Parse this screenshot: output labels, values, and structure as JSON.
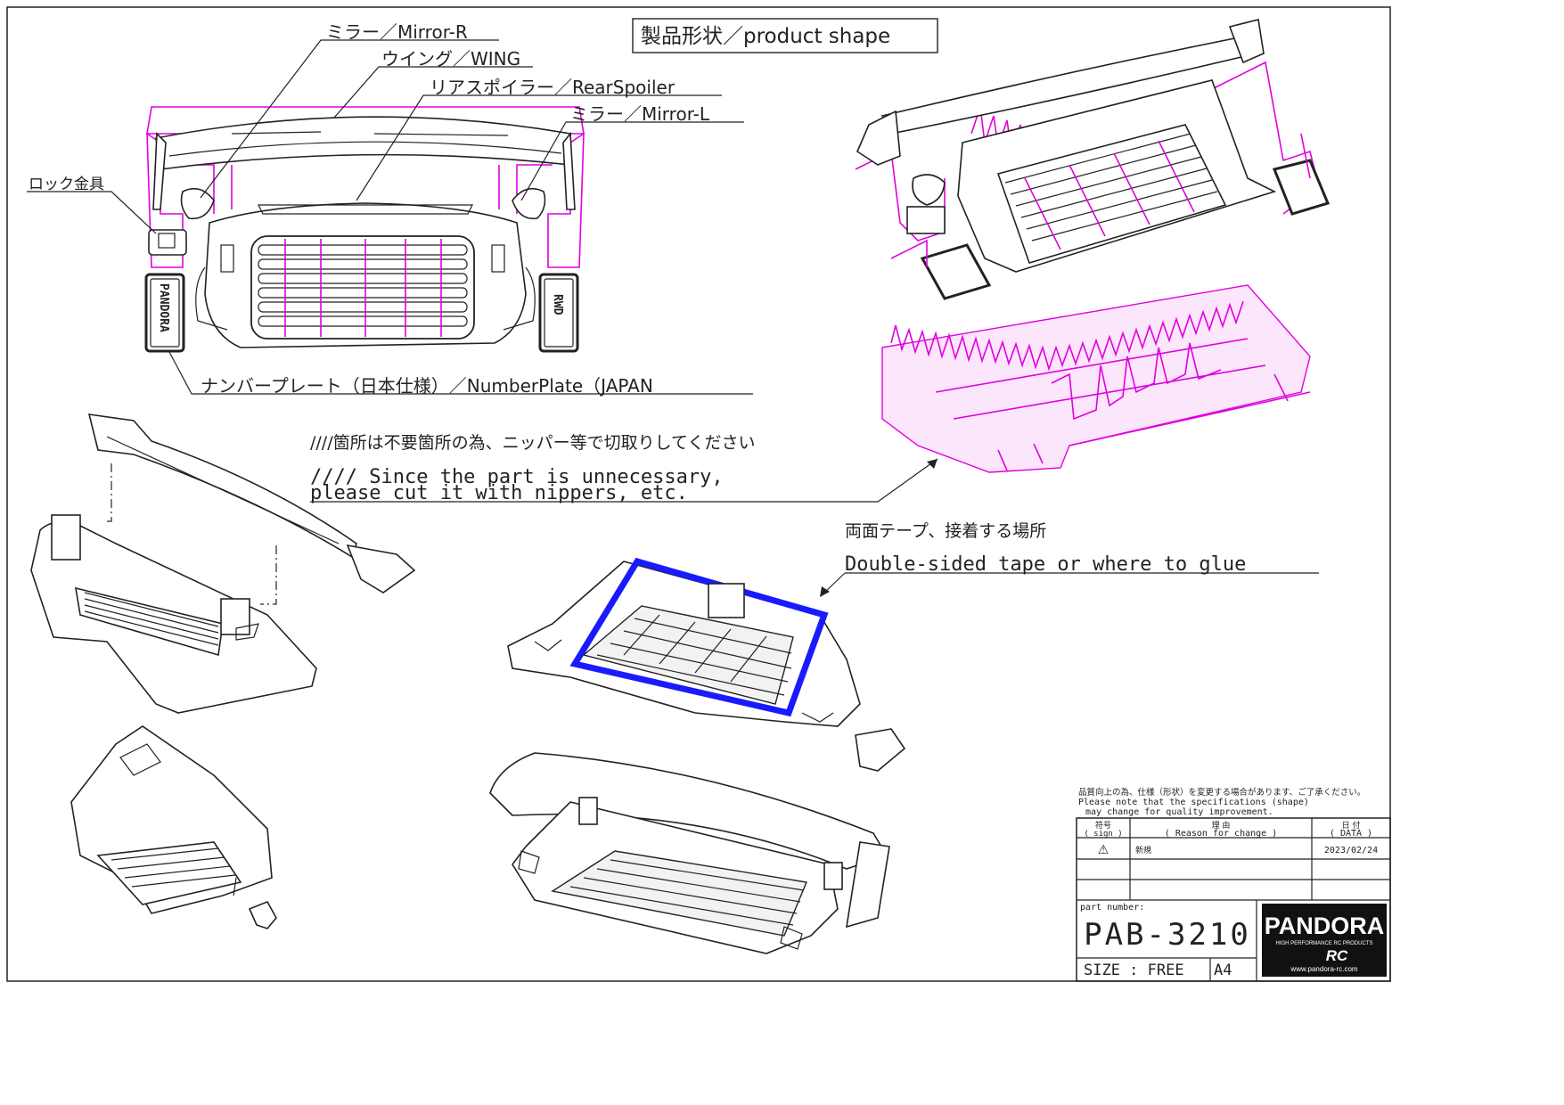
{
  "title": {
    "jp": "製品形状",
    "sep": "／",
    "en": "product shape",
    "full": "製品形状／product shape"
  },
  "labels": {
    "mirror_r": "ミラー／Mirror-R",
    "wing": "ウイング／WING",
    "rear_spoiler": "リアスポイラー／RearSpoiler",
    "mirror_l": "ミラー／Mirror-L",
    "lock": "ロック金具",
    "number_plate": "ナンバープレート（日本仕様）／NumberPlate（JAPAN"
  },
  "notes": {
    "cut_jp": "////箇所は不要箇所の為、ニッパー等で切取りしてください",
    "cut_en_1": "//// Since the part is unnecessary,",
    "cut_en_2": "please cut it with nippers, etc.",
    "glue_jp": "両面テープ、接着する場所",
    "glue_en": "Double-sided tape or where to glue"
  },
  "plates": {
    "left": "PANDORA",
    "right": "RWD"
  },
  "title_block": {
    "notice_jp": "品質向上の為、仕様（形状）を変更する場合があります、ご了承ください。",
    "notice_en_1": "Please note that the specifications (shape)",
    "notice_en_2": "may change for quality improvement.",
    "col_sign_jp": "符号",
    "col_sign_en": "( sign )",
    "col_reason_jp": "理 由",
    "col_reason_en": "( Reason for change )",
    "col_date_jp": "日 付",
    "col_date_en": "( DATA )",
    "row1_sign": "⚠",
    "row1_reason": "新規",
    "row1_date": "2023/02/24",
    "part_number_label": "part number:",
    "part_number": "PAB-3210",
    "size_label": "SIZE : FREE",
    "paper": "A4",
    "logo_main": "PANDORA",
    "logo_sub": "HIGH PERFORMANCE RC PRODUCTS",
    "logo_rc": "RC",
    "logo_url": "www.pandora-rc.com"
  },
  "colors": {
    "runner": "#e000e0",
    "glue": "#1a1aff",
    "line": "#222222"
  }
}
